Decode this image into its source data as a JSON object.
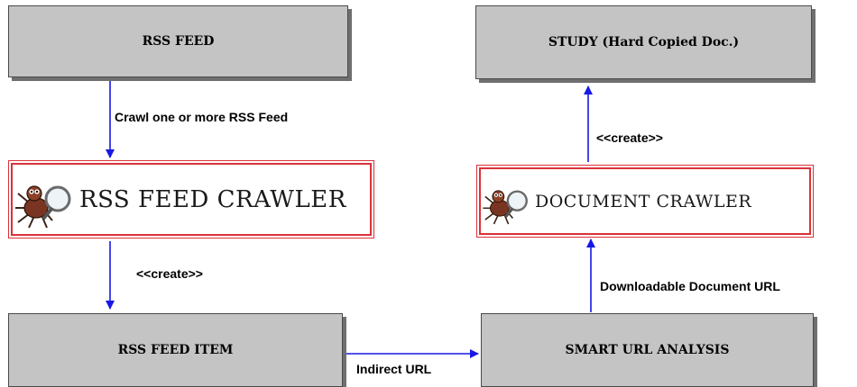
{
  "nodes": {
    "rss_feed": "RSS FEED",
    "study": "STUDY (Hard Copied Doc.)",
    "rss_feed_crawler": "RSS FEED CRAWLER",
    "document_crawler": "DOCUMENT CRAWLER",
    "rss_feed_item": "RSS FEED ITEM",
    "smart_url_analysis": "SMART URL ANALYSIS"
  },
  "edges": {
    "crawl_feed": "Crawl one or more RSS Feed",
    "create_item": "<<create>>",
    "indirect_url": "Indirect URL",
    "downloadable_url": "Downloadable Document URL",
    "create_study": "<<create>>"
  },
  "colors": {
    "arrow": "#1818e6",
    "box_fill": "#c4c4c4",
    "crawler_border": "#d9323a"
  },
  "icons": {
    "crawler_logo": "spider-magnifier-icon"
  }
}
